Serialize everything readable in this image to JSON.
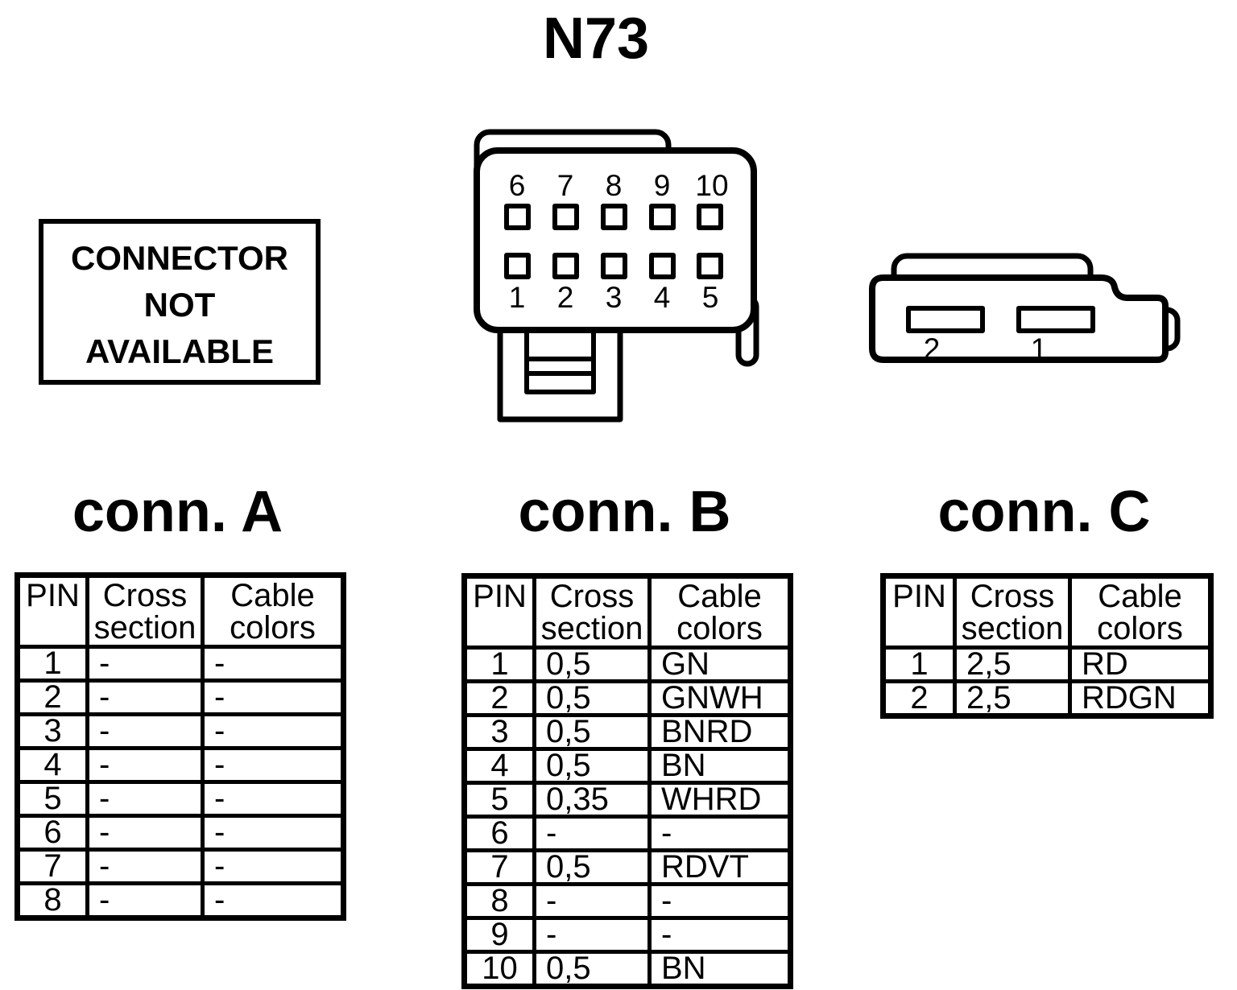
{
  "title": "N73",
  "colors": {
    "ink": "#000000",
    "background": "#ffffff"
  },
  "not_available_box": {
    "lines": [
      "CONNECTOR",
      "NOT",
      "AVAILABLE"
    ]
  },
  "connector_b_diagram": {
    "pins_top": [
      "6",
      "7",
      "8",
      "9",
      "10"
    ],
    "pins_bottom": [
      "1",
      "2",
      "3",
      "4",
      "5"
    ]
  },
  "connector_c_diagram": {
    "slot_labels": [
      "2",
      "1"
    ]
  },
  "tables": {
    "a": {
      "heading": "conn. A",
      "columns": [
        "PIN",
        "Cross\nsection",
        "Cable\ncolors"
      ],
      "rows": [
        {
          "pin": "1",
          "cross": "-",
          "colors": "-"
        },
        {
          "pin": "2",
          "cross": "-",
          "colors": "-"
        },
        {
          "pin": "3",
          "cross": "-",
          "colors": "-"
        },
        {
          "pin": "4",
          "cross": "-",
          "colors": "-"
        },
        {
          "pin": "5",
          "cross": "-",
          "colors": "-"
        },
        {
          "pin": "6",
          "cross": "-",
          "colors": "-"
        },
        {
          "pin": "7",
          "cross": "-",
          "colors": "-"
        },
        {
          "pin": "8",
          "cross": "-",
          "colors": "-"
        }
      ]
    },
    "b": {
      "heading": "conn. B",
      "columns": [
        "PIN",
        "Cross\nsection",
        "Cable\ncolors"
      ],
      "rows": [
        {
          "pin": "1",
          "cross": "0,5",
          "colors": "GN"
        },
        {
          "pin": "2",
          "cross": "0,5",
          "colors": "GNWH"
        },
        {
          "pin": "3",
          "cross": "0,5",
          "colors": "BNRD"
        },
        {
          "pin": "4",
          "cross": "0,5",
          "colors": "BN"
        },
        {
          "pin": "5",
          "cross": "0,35",
          "colors": "WHRD"
        },
        {
          "pin": "6",
          "cross": "-",
          "colors": "-"
        },
        {
          "pin": "7",
          "cross": "0,5",
          "colors": "RDVT"
        },
        {
          "pin": "8",
          "cross": "-",
          "colors": "-"
        },
        {
          "pin": "9",
          "cross": "-",
          "colors": "-"
        },
        {
          "pin": "10",
          "cross": "0,5",
          "colors": "BN"
        }
      ]
    },
    "c": {
      "heading": "conn. C",
      "columns": [
        "PIN",
        "Cross\nsection",
        "Cable\ncolors"
      ],
      "rows": [
        {
          "pin": "1",
          "cross": "2,5",
          "colors": "RD"
        },
        {
          "pin": "2",
          "cross": "2,5",
          "colors": "RDGN"
        }
      ]
    }
  }
}
